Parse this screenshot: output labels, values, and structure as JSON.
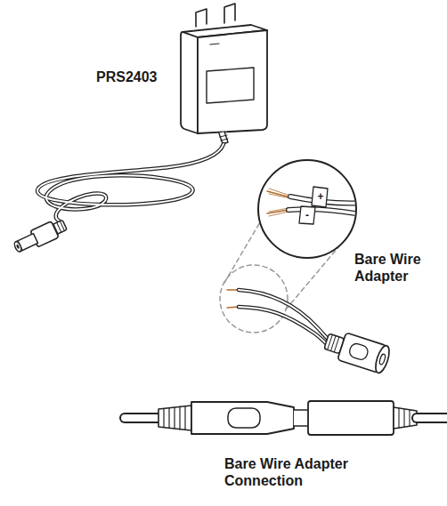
{
  "diagram": {
    "labels": [
      "PRS2403",
      "+",
      "-",
      "Bare Wire Adapter",
      "Bare Wire Adapter Connection"
    ]
  }
}
